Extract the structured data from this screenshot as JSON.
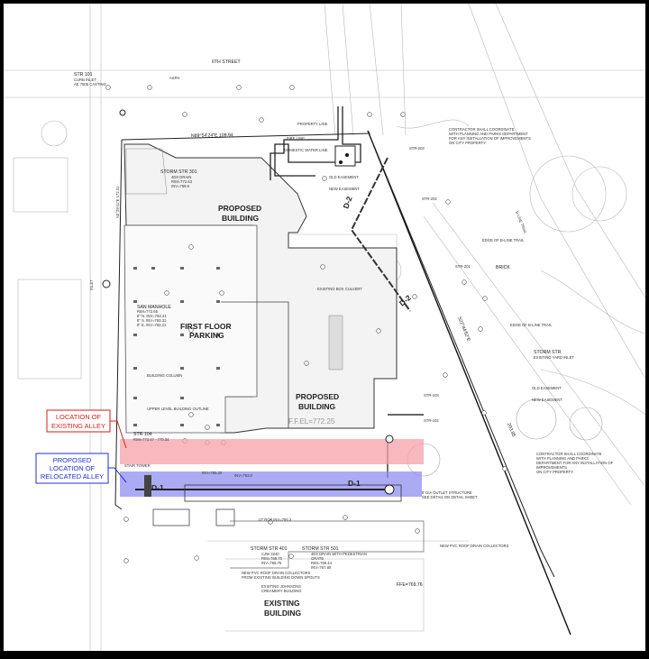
{
  "street": {
    "name": "6TH STREET",
    "asph": "ASPH"
  },
  "property_line": {
    "bearing": "N89°54'24\"E 109.94",
    "label": "PROPERTY LINE",
    "side_bearing": "N0°29'41\"E 172.31"
  },
  "trail": {
    "name": "B-LINE TRAIL",
    "edge_note_1": "EDGE OF B-LINE TRAIL",
    "edge_note_2": "EDGE OF B-LINE TRAIL",
    "bearing": "S22°44'52\"E",
    "distance": "203.95"
  },
  "buildings": {
    "north": {
      "line1": "PROPOSED",
      "line2": "BUILDING"
    },
    "south": {
      "line1": "PROPOSED",
      "line2": "BUILDING",
      "ffe": "F.F.EL=772.25"
    },
    "existing": {
      "line1": "EXISTING",
      "line2": "BUILDING",
      "ffe": "FFE=769.76"
    },
    "parking": {
      "line1": "FIRST FLOOR",
      "line2": "PARKING"
    }
  },
  "structures": {
    "str101": {
      "line1": "STR 101",
      "line2": "CURB INLET",
      "line3": "AE 7505 CASTING"
    },
    "str301": {
      "line1": "STORM STR 301",
      "line2": "4DS DRAIN",
      "line3": "RIM=772.63",
      "line4": "INV=769.6"
    },
    "sanmh": {
      "line1": "SAN MANHOLE",
      "line2": "RIM=772.65",
      "line3": "8\" N. INV=763.41",
      "line4": "8\" S. INV=763.31",
      "line5": "8\" E. INV=763.21"
    },
    "str104": {
      "line1": "STR 104",
      "line2": "RIM=773.47 - 770.34"
    },
    "str401": {
      "line1": "STORM STR 401",
      "line2": "CJW 3240",
      "line3": "RIM=769.70",
      "line4": "INV=765.75"
    },
    "str501": {
      "line1": "STORM STR 501",
      "line2": "4ES DRAIN WITH PEDESTRIAN",
      "line3": "GRATE",
      "line4": "RIM=769.44",
      "line5": "INV=767.80"
    },
    "storm_str": {
      "line1": "STORM STR",
      "line2": "EXISTING YARD INLET"
    },
    "str203": "STR-203",
    "str202": "STR-202",
    "str201": "STR-201",
    "str102": "STR-102",
    "str103": "STR-103"
  },
  "pipes": {
    "d1_left": "D-1",
    "d1_right": "D-1",
    "d2_upper": "D-2",
    "d2_lower": "D-2",
    "rcp_note": "12\" RCP INV=765.3",
    "pvc_note": "12\" RCP INV=765.3",
    "inv_104a": "INV=765.20",
    "inv_104b": "INV=763.0"
  },
  "notes": {
    "contractor_1": {
      "line1": "CONTRACTOR SHALL COORDINATE",
      "line2": "WITH PLANNING AND PARKS DEPARTMENT",
      "line3": "FOR ANY INSTALLATION OF IMPROVEMENTS",
      "line4": "ON CITY PROPERTY."
    },
    "contractor_2": {
      "line1": "CONTRACTOR SHALL COORDINATE",
      "line2": "WITH PLANNING AND PARKS",
      "line3": "DEPARTMENT FOR ANY INSTALLATION OF",
      "line4": "IMPROVEMENTS",
      "line5": "ON CITY PROPERTY."
    },
    "old_easement_1": "OLD EASEMENT",
    "new_easement_1": "NEW EASEMENT",
    "old_easement_2": "OLD EASEMENT",
    "new_easement_2": "NEW EASEMENT",
    "fire_line": "FIRE LINE",
    "domestic_water": "DOMESTIC WATER LINE",
    "box_culvert": "EXISTING BOX CULVERT",
    "building_column": "BUILDING COLUMN",
    "upper_level": "UPPER LEVEL BUILDING OUTLINE",
    "outlet": "8' DIA OUTLET STRUCTURE",
    "outlet_2": "SEE DETAIL ON DETAIL SHEET",
    "roof_drain_1": "NEW PVC ROOF DRAIN COLLECTORS",
    "roof_drain_2": "NEW PVC ROOF DRAIN COLLECTORS",
    "roof_drain_2b": "FROM EXISTING BUILDING DOWN SPOUTS",
    "johnsons": "EXISTING JOHNSONS",
    "johnsons_2": "CREAMERY BUILDING",
    "brick": "BRICK",
    "inlet": "INLET",
    "stair": "STAIR TOWER"
  },
  "callouts": {
    "existing_alley": {
      "line1": "LOCATION OF",
      "line2": "EXISTING ALLEY",
      "color": "#d21e1e"
    },
    "relocated_alley": {
      "line1": "PROPOSED",
      "line2": "LOCATION OF",
      "line3": "RELOCATED ALLEY",
      "color": "#1e2fd2"
    }
  },
  "colors": {
    "existing_band": "#f4a0a8",
    "relocated_band": "#8f8ff0",
    "frame": "#000000",
    "paper": "#ffffff"
  }
}
